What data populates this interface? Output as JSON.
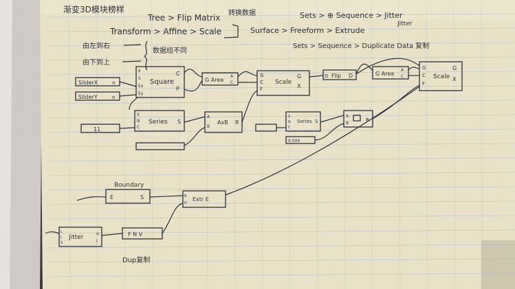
{
  "notes": {
    "title": "渐变3D模块榜样",
    "line1_left": "Tree > Flip Matrix",
    "line1_mid": "转换数据",
    "line1_right": "Sets > ⊕ Sequence > Jitter",
    "line1_right_sub": "Jitter",
    "line2_left": "Transform > Affine > Scale",
    "line2_right": "Surface > Freeform > Extrude",
    "note_right_drag": "由左到右",
    "note_bottom_drag": "由下到上",
    "note_data": "数据组不同",
    "line3_right": "Sets > Sequence > Duplicate Data 复制"
  },
  "nodes": {
    "sliderX": "SliderX",
    "sliderX_out": "n",
    "sliderY": "SliderY",
    "sliderY_out": "n",
    "square": "Square",
    "square_in": [
      "P",
      "S",
      "Ex",
      "Ey"
    ],
    "square_out": [
      "C",
      "P"
    ],
    "g_area1": "G Area",
    "g_area1_out": [
      "A",
      "C"
    ],
    "scale1": "Scale",
    "scale1_in": [
      "G",
      "C",
      "F"
    ],
    "scale1_out": [
      "G",
      "X"
    ],
    "flip": "Flip",
    "flip_in": "D",
    "flip_out": "D",
    "g_area2": "G Area",
    "g_area2_out": [
      "A",
      "C"
    ],
    "scale2": "Scale",
    "scale2_in": [
      "G",
      "C",
      "F"
    ],
    "scale2_out": [
      "G",
      "X"
    ],
    "panel1": "11",
    "series1": "Series",
    "series1_in": [
      "S",
      "N",
      "C"
    ],
    "series1_out": "S",
    "axb": "AxB",
    "axb_in": [
      "A",
      "B"
    ],
    "axb_out": "R",
    "panel2": "",
    "series2": "Series",
    "series2_in": [
      "S",
      "N",
      "C"
    ],
    "series2_out": "S",
    "series2_label": "0.504",
    "axb2_in": [
      "A",
      "B"
    ],
    "axb2_out": "R",
    "boundary_label": "Boundary",
    "boundary_in": "E",
    "boundary_out": "S",
    "extrude": "Extr E",
    "extrude_in": [
      "B",
      "D"
    ],
    "jitter": "Jitter",
    "jitter_in": [
      "L",
      "J",
      "S"
    ],
    "jitter_out": [
      "V",
      "I"
    ],
    "fnv": "F N V",
    "dup_label": "Dup复制"
  }
}
